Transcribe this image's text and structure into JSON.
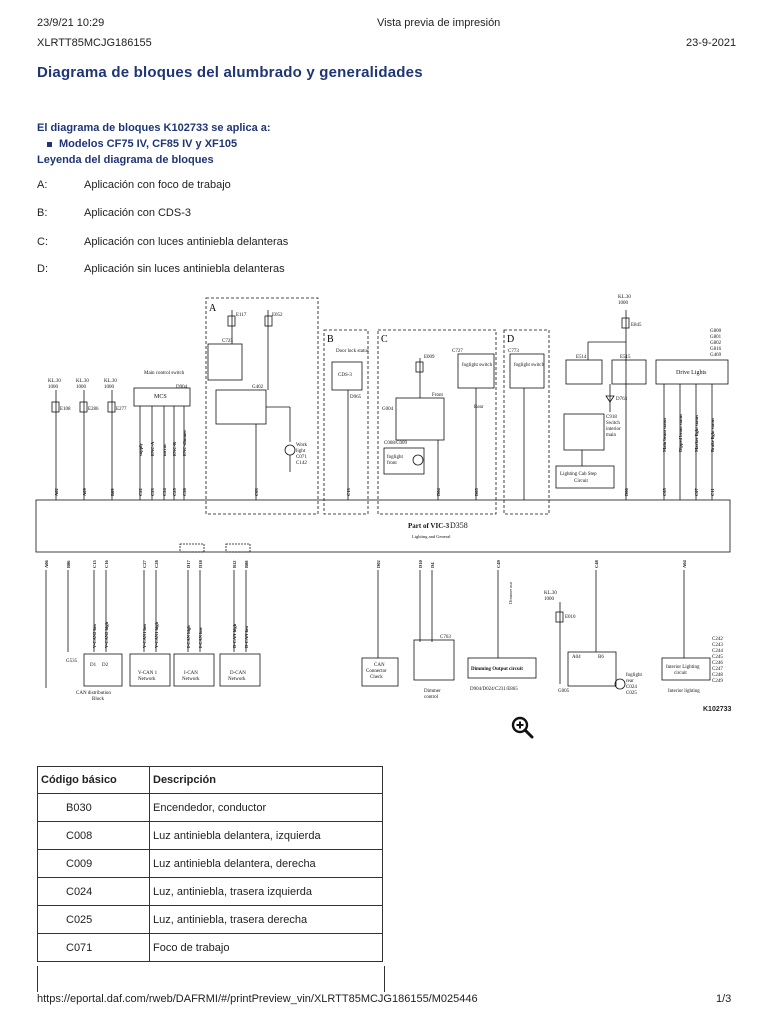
{
  "header": {
    "datetime": "23/9/21 10:29",
    "window_title": "Vista previa de impresión",
    "vin": "XLRTT85MCJG186155",
    "date": "23-9-2021"
  },
  "title": "Diagrama de bloques del alumbrado y generalidades",
  "applies_to": "El diagrama de bloques K102733 se aplica a:",
  "models": "Modelos CF75 IV, CF85 IV y XF105",
  "legend_title": "Leyenda del diagrama de bloques",
  "legend": [
    {
      "key": "A:",
      "text": "Aplicación con foco de trabajo"
    },
    {
      "key": "B:",
      "text": "Aplicación con CDS-3"
    },
    {
      "key": "C:",
      "text": "Aplicación con luces antiniebla delanteras"
    },
    {
      "key": "D:",
      "text": "Aplicación sin luces antiniebla delanteras"
    }
  ],
  "diagram": {
    "ref": "K102733",
    "zone_labels": [
      "A",
      "B",
      "C",
      "D"
    ],
    "kl30": [
      "KL.30",
      "1000"
    ],
    "fuses": [
      "E108",
      "E286",
      "E277",
      "E117",
      "E052",
      "E009",
      "E845",
      "E514",
      "E515",
      "E010"
    ],
    "vic_label": "Part of VIC-3",
    "vic_code": "D358",
    "vic_sub": "Lighting and General",
    "main_control": "Main control switch",
    "main_control_code": "D904",
    "mcs": "MCS",
    "door_lock": "Door lock status",
    "cds": "CDS-3",
    "cds_code": "D965",
    "foglight_switch": "foglight switch",
    "foglight_code": "C727",
    "d_code": "C773",
    "drive_lights": "Drive Lights",
    "g_codes": [
      "G800",
      "G801",
      "G802",
      "G816",
      "G469"
    ],
    "work_light": [
      "Work",
      "light",
      "C071",
      "C142"
    ],
    "foglight_front": [
      "foglight",
      "front"
    ],
    "c008": "C008/C009",
    "c725": "C725",
    "g402": "G402",
    "g004": "G004",
    "front": "Front",
    "rear": "Rear",
    "d763": "D763",
    "c918": [
      "C918",
      "Switch",
      "interior",
      "main"
    ],
    "cab_step": [
      "Lighting Cab Step",
      "Circuit"
    ],
    "status_labels": [
      "Main beam status",
      "Dipped beam status",
      "Marker light status",
      "Brake light status"
    ],
    "mcs_signals": [
      "supply",
      "ENC-A",
      "mrras",
      "ENC-B",
      "ENC-dimmer"
    ],
    "top_pins": [
      "A02",
      "A09",
      "B09",
      "C22",
      "C23",
      "C24",
      "C25",
      "C26",
      "C03",
      "C13",
      "D04",
      "D05",
      "D06",
      "C05",
      "C07",
      "C11"
    ],
    "bottom_pins": [
      "A06",
      "B06",
      "C15",
      "C16",
      "C27",
      "C28",
      "D17",
      "D18",
      "B12",
      "B08",
      "D02",
      "D10",
      "D4",
      "C49",
      "C48",
      "A04"
    ],
    "bus_lines": [
      "V-CAN2 low",
      "V-CAN2 high",
      "V-CAN1 low",
      "V-CAN1 high",
      "I-CAN high",
      "I-CAN low",
      "D-CAN high",
      "D-CAN low"
    ],
    "g535": "G535",
    "can_block": [
      "CAN distribution",
      "Block"
    ],
    "vcan1": [
      "V-CAN 1",
      "Network"
    ],
    "ican": [
      "I-CAN",
      "Network"
    ],
    "dcan": [
      "D-CAN",
      "Network"
    ],
    "can_check": [
      "CAN",
      "Connector",
      "Check"
    ],
    "dimmer": [
      "Dimmer",
      "control"
    ],
    "c763": "C763",
    "dimming": "Dimming Output circuit",
    "dimming_codes": "D904/D024/C231/E865",
    "dimmer_out": "Dimmer out",
    "interior": [
      "Interior Lighting",
      "circuit"
    ],
    "interior_lighting": "Interior lighting",
    "c_codes": [
      "C242",
      "C243",
      "C244",
      "C245",
      "C246",
      "C247",
      "C248",
      "C249"
    ],
    "g005": "G005",
    "a04": "A04",
    "b6": "B6",
    "foglight_rear": [
      "foglight",
      "rear"
    ],
    "c024": "C024",
    "c025": "C025",
    "d1d2": [
      "D1",
      "D2"
    ]
  },
  "table": {
    "headers": [
      "Código básico",
      "Descripción"
    ],
    "rows": [
      [
        "B030",
        "Encendedor, conductor"
      ],
      [
        "C008",
        "Luz antiniebla delantera, izquierda"
      ],
      [
        "C009",
        "Luz antiniebla delantera, derecha"
      ],
      [
        "C024",
        "Luz, antiniebla, trasera izquierda"
      ],
      [
        "C025",
        "Luz, antiniebla, trasera derecha"
      ],
      [
        "C071",
        "Foco de trabajo"
      ]
    ]
  },
  "footer": {
    "url": "https://eportal.daf.com/rweb/DAFRMI/#/printPreview_vin/XLRTT85MCJG186155/M025446",
    "page": "1/3"
  }
}
